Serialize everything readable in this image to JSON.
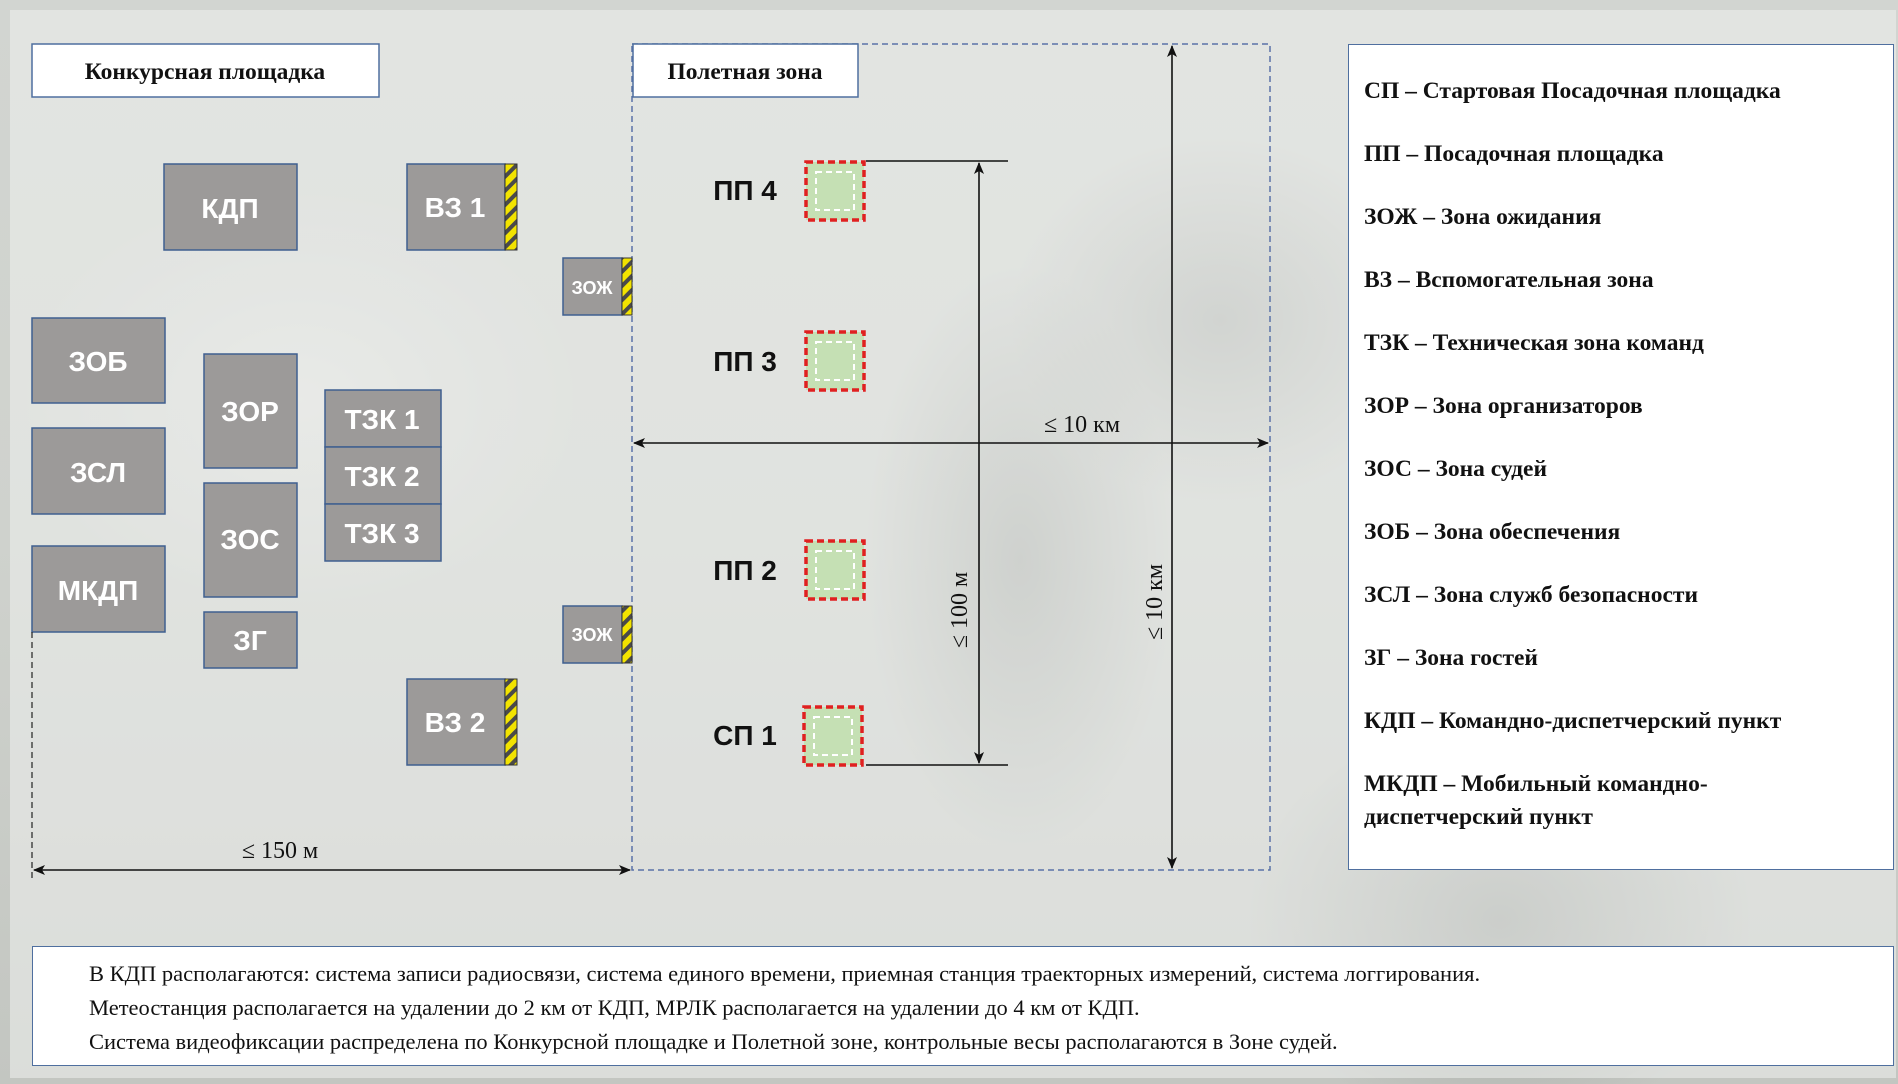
{
  "zones": {
    "competition_area": "Конкурсная площадка",
    "flight_zone": "Полетная зона"
  },
  "blocks": {
    "kdp": "КДП",
    "vz1": "ВЗ 1",
    "vz2": "ВЗ 2",
    "zob": "ЗОБ",
    "zsl": "ЗСЛ",
    "mkdp": "МКДП",
    "zor": "ЗОР",
    "zos": "ЗОС",
    "zg": "ЗГ",
    "tzk1": "ТЗК 1",
    "tzk2": "ТЗК 2",
    "tzk3": "ТЗК 3",
    "zozh_top": "ЗОЖ",
    "zozh_bottom": "ЗОЖ"
  },
  "pads": {
    "pp4": "ПП 4",
    "pp3": "ПП 3",
    "pp2": "ПП 2",
    "sp1": "СП 1"
  },
  "dimensions": {
    "width_150": "≤ 150 м",
    "width_10km": "≤ 10 км",
    "height_100": "≤ 100 м",
    "height_10km": "≤ 10 км"
  },
  "legend": [
    "СП – Стартовая Посадочная площадка",
    "ПП – Посадочная площадка",
    "ЗОЖ – Зона ожидания",
    "ВЗ – Вспомогательная зона",
    "ТЗК – Техническая зона команд",
    "ЗОР – Зона организаторов",
    "ЗОС – Зона судей",
    "ЗОБ – Зона обеспечения",
    "ЗСЛ – Зона служб безопасности",
    "ЗГ – Зона гостей",
    "КДП – Командно-диспетчерский пункт",
    "МКДП – Мобильный командно-диспетчерский пункт"
  ],
  "notes": [
    "В КДП располагаются: система записи радиосвязи, система единого времени, приемная станция траекторных измерений, система логгирования.",
    "Метеостанция располагается на удалении до 2 км от КДП, МРЛК располагается на удалении до 4 км от  КДП.",
    "Система видеофиксации распределена по Конкурсной площадке и Полетной зоне, контрольные весы располагаются в Зоне судей."
  ],
  "colors": {
    "block_fill": "#9c9a99",
    "block_border": "#3f5f8f",
    "pad_red": "#e02020",
    "pad_green": "#c5e0b4",
    "hazard_yellow": "#f2e300",
    "frame_blue": "#4f6f9f"
  }
}
